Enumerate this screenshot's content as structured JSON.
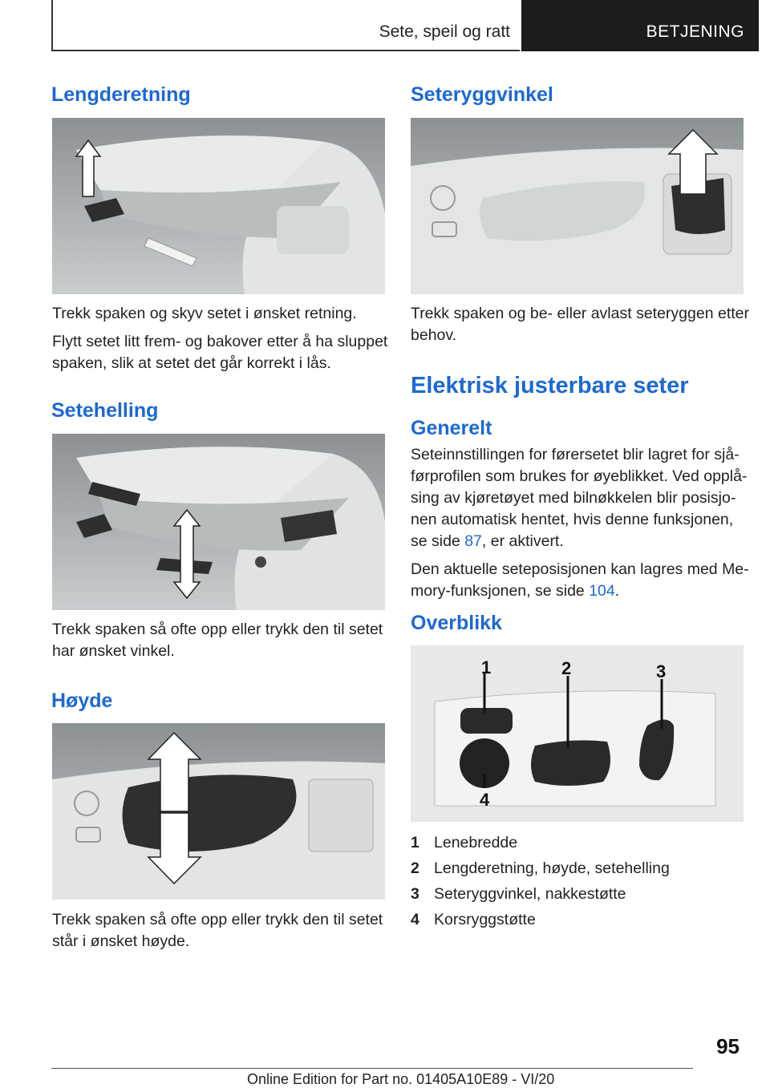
{
  "header": {
    "chapter": "Sete, speil og ratt",
    "section": "BETJENING"
  },
  "left": {
    "lengderetning": {
      "heading": "Lengderetning",
      "p1": "Trekk spaken og skyv setet i ønsket retning.",
      "p2_line1": "Flytt setet litt frem- og bakover etter å ha sluppet",
      "p2_line2": "spaken, slik at setet det går korrekt i lås."
    },
    "setehelling": {
      "heading": "Setehelling",
      "p1_line1": "Trekk spaken så ofte opp eller trykk den til setet",
      "p1_line2": "har ønsket vinkel."
    },
    "hoyde": {
      "heading": "Høyde",
      "p1_line1": "Trekk spaken så ofte opp eller trykk den til setet",
      "p1_line2": "står i ønsket høyde."
    }
  },
  "right": {
    "seteryggvinkel": {
      "heading": "Seteryggvinkel",
      "p1_line1": "Trekk spaken og be- eller avlast seteryggen etter",
      "p1_line2": "behov."
    },
    "elektrisk": {
      "heading": "Elektrisk justerbare seter"
    },
    "generelt": {
      "heading": "Generelt",
      "line1": "Seteinnstillingen for førersetet blir lagret for sjå-",
      "line2": "førprofilen som brukes for øyeblikket. Ved opplå-",
      "line3": "sing av kjøretøyet med bilnøkkelen blir posisjo-",
      "line4": "nen automatisk hentet, hvis denne funksjonen,",
      "line5_pre": "se side ",
      "line5_link": "87",
      "line5_post": ", er aktivert.",
      "p2_line1": "Den aktuelle seteposisjonen kan lagres med Me-",
      "p2_line2_pre": "mory-funksjonen, se side ",
      "p2_line2_link": "104",
      "p2_line2_post": "."
    },
    "overblikk": {
      "heading": "Overblikk",
      "callouts": [
        "1",
        "2",
        "3",
        "4"
      ],
      "items": [
        {
          "num": "1",
          "label": "Lenebredde"
        },
        {
          "num": "2",
          "label": "Lengderetning, høyde, setehelling"
        },
        {
          "num": "3",
          "label": "Seteryggvinkel, nakkestøtte"
        },
        {
          "num": "4",
          "label": "Korsryggstøtte"
        }
      ]
    }
  },
  "footer": {
    "page_number": "95",
    "edition": "Online Edition for Part no. 01405A10E89 - VI/20"
  },
  "colors": {
    "accent": "#1c69d4",
    "header_dark": "#1c1c1c"
  }
}
